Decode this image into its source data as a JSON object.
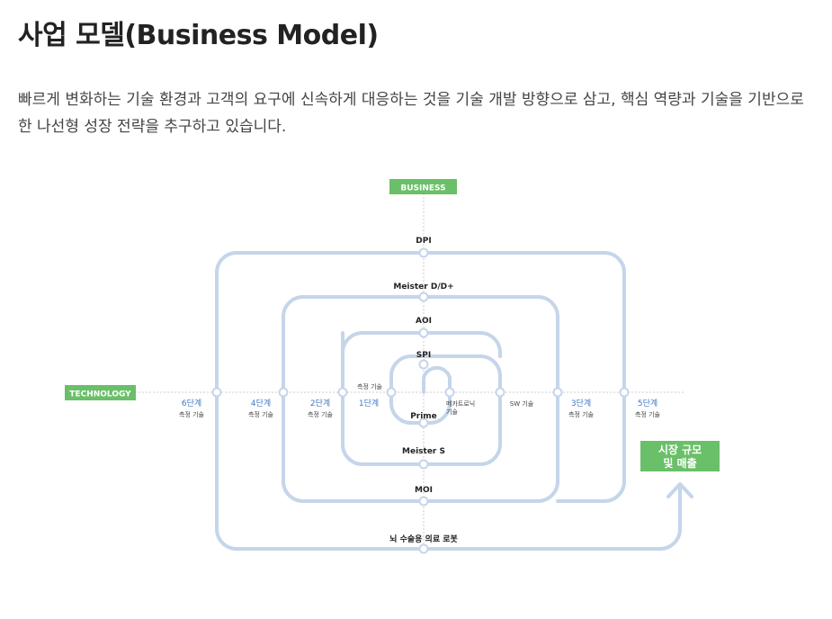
{
  "page": {
    "title": "사업 모델(Business Model)",
    "intro": "빠르게 변화하는 기술 환경과 고객의 요구에 신속하게 대응하는 것을 기술 개발 방향으로 삼고, 핵심 역량과 기술을 기반으로 한 나선형 성장 전략을 추구하고 있습니다."
  },
  "diagram": {
    "axis_business": "BUSINESS",
    "axis_technology": "TECHNOLOGY",
    "market_label_line1": "시장 규모",
    "market_label_line2": "및 매출",
    "products": {
      "dpi": "DPI",
      "meister_dd": "Meister D/D+",
      "aoi": "AOI",
      "spi": "SPI",
      "prime": "Prime",
      "meister_s": "Meister S",
      "moi": "MOI",
      "robot": "뇌 수술용 의료 로봇"
    },
    "stages": {
      "stage6_title": "6단계",
      "stage6_sub": "측정 기술",
      "stage4_title": "4단계",
      "stage4_sub": "측정 기술",
      "stage2_title": "2단계",
      "stage2_sub": "측정 기술",
      "stage1_title": "1단계",
      "inner_left_sub": "측정 기술",
      "mechatronics_line1": "메카트로닉",
      "mechatronics_line2": "기술",
      "sw_tech": "SW 기술",
      "stage3_title": "3단계",
      "stage3_sub": "측정 기술",
      "stage5_title": "5단계",
      "stage5_sub": "측정 기술"
    },
    "colors": {
      "spiral": "#c5d5ea",
      "green": "#6abf69",
      "stage_blue": "#3f78c4",
      "axis": "#cccccc"
    }
  }
}
